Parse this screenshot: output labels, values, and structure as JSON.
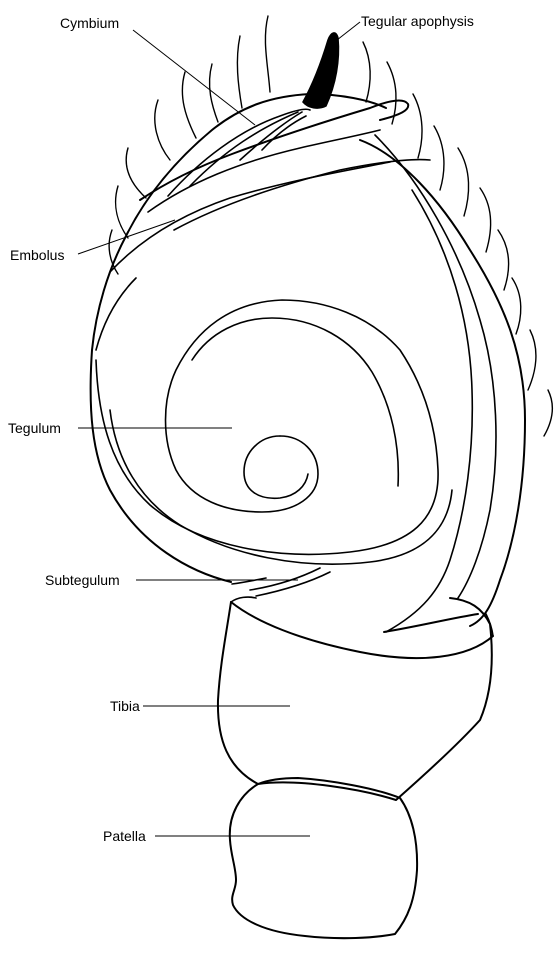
{
  "labels": {
    "cymbium": "Cymbium",
    "tegular_apophysis": "Tegular apophysis",
    "embolus": "Embolus",
    "tegulum": "Tegulum",
    "subtegulum": "Subtegulum",
    "tibia": "Tibia",
    "patella": "Patella"
  }
}
